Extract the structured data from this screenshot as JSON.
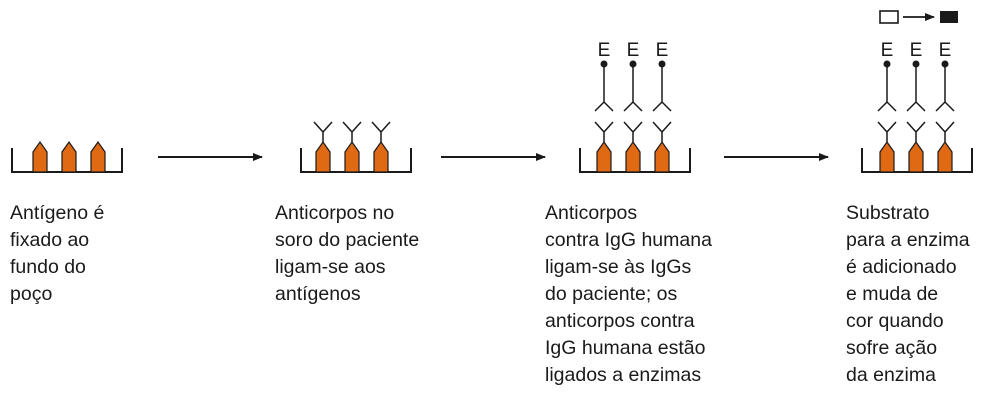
{
  "steps": [
    {
      "caption": "Antígeno é\nfixado ao\nfundo do\npoço"
    },
    {
      "caption": "Anticorpos no\nsoro do paciente\nligam-se aos\nantígenos"
    },
    {
      "caption": "Anticorpos\ncontra IgG humana\nligam-se às IgGs\ndo paciente; os\nanticorpos contra\nIgG humana estão\nligados a enzimas"
    },
    {
      "caption": "Substrato\npara a enzima\né adicionado\ne muda de\ncor quando\nsofre ação\nda enzima"
    }
  ],
  "enzyme_label": "E",
  "colors": {
    "antigen": "#E06A14",
    "stroke": "#1a1a1a",
    "text": "#1a1a1a"
  },
  "icons": {
    "antigen": "antigen-pentagon-icon",
    "antibody": "y-antibody-icon",
    "enzyme": "enzyme-lollipop-icon",
    "substrate": "substrate-conversion-icon",
    "arrow": "right-arrow-icon"
  }
}
